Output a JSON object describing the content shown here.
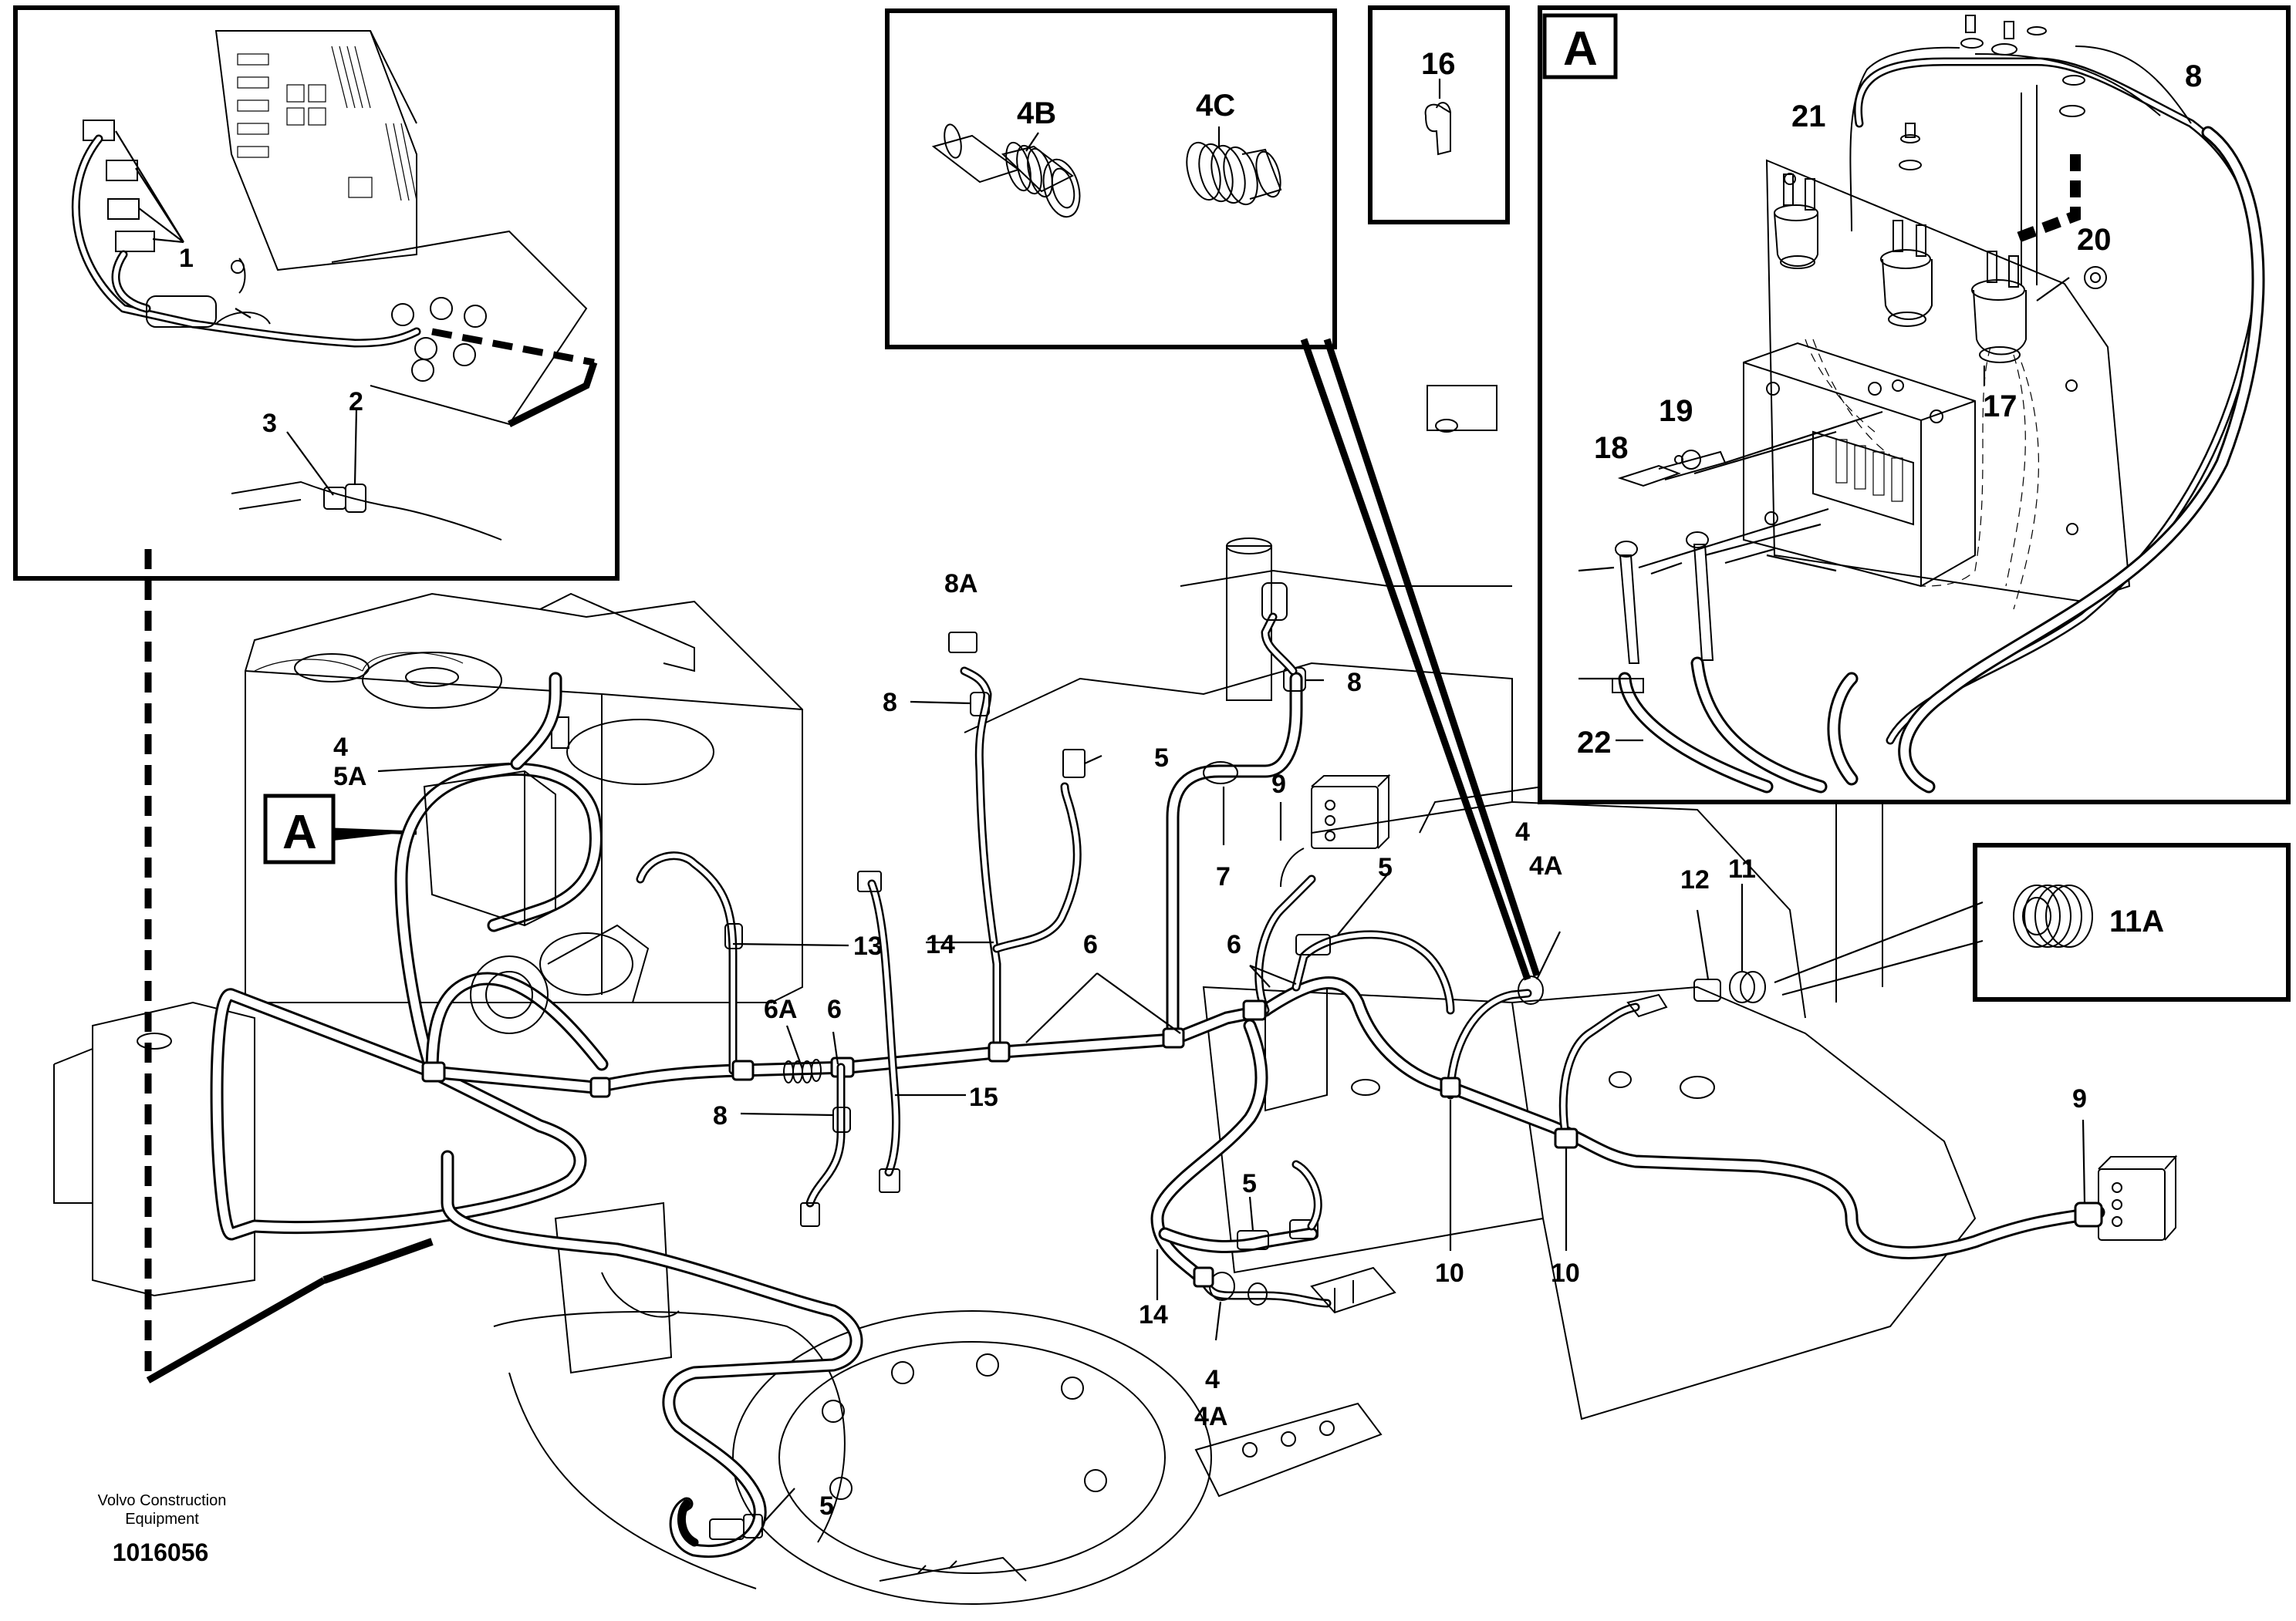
{
  "diagram": {
    "callouts": [
      "1",
      "2",
      "3",
      "4",
      "4",
      "4",
      "4A",
      "4A",
      "4B",
      "4C",
      "5",
      "5",
      "5",
      "5",
      "5A",
      "6",
      "6",
      "6",
      "6A",
      "7",
      "8",
      "8",
      "8",
      "8",
      "8A",
      "9",
      "9",
      "10",
      "10",
      "11",
      "11A",
      "12",
      "13",
      "14",
      "14",
      "15",
      "16",
      "17",
      "18",
      "19",
      "20",
      "21",
      "22"
    ],
    "detail_letter": "A"
  },
  "footer": {
    "company_line1": "Volvo Construction",
    "company_line2": "Equipment",
    "drawing_number": "1016056"
  }
}
